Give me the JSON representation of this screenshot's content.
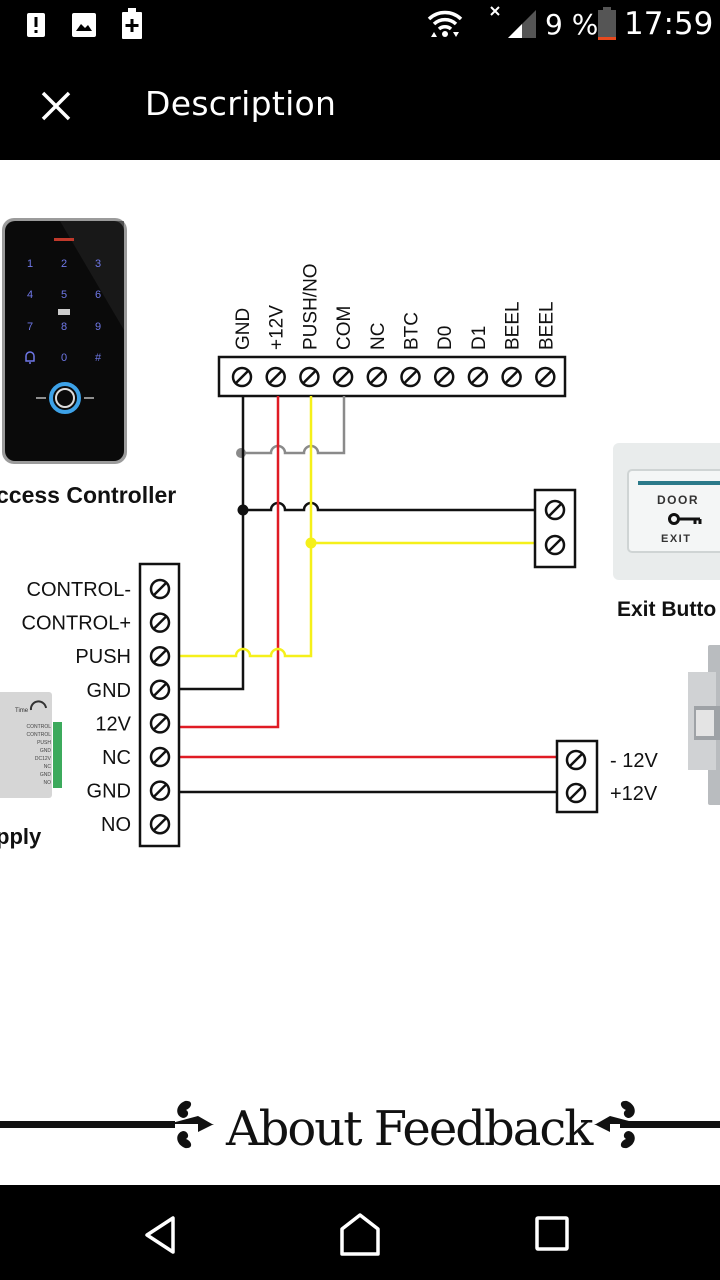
{
  "status_bar": {
    "left_icons": [
      "alert-icon",
      "image-icon",
      "battery-plus-icon"
    ],
    "wifi_icon": "wifi-icon",
    "signal_icon": "signal-icon",
    "battery_percent": "9 %",
    "battery_level": 0.09,
    "time": "17:59",
    "colors": {
      "battery_low": "#e8491d"
    }
  },
  "app_bar": {
    "close_icon": "close-icon",
    "title": "Description"
  },
  "diagram": {
    "controller": {
      "label": "ccess Controller",
      "keypad": [
        "1",
        "2",
        "3",
        "4",
        "5",
        "6",
        "7",
        "8",
        "9",
        "bell",
        "0",
        "#"
      ]
    },
    "controller_terminals": [
      "GND",
      "+12V",
      "PUSH/NO",
      "COM",
      "NC",
      "BTC",
      "D0",
      "D1",
      "BEEL",
      "BEEL"
    ],
    "power_supply": {
      "label": "pply",
      "brand": "Time",
      "terminals": [
        "CONTROL-",
        "CONTROL+",
        "PUSH",
        "GND",
        "12V",
        "NC",
        "GND",
        "NO"
      ],
      "device_terminal_labels": [
        "CONTROL",
        "CONTROL",
        "PUSH",
        "GND",
        "DC12V",
        "NC",
        "GND",
        "NO"
      ]
    },
    "exit_button": {
      "label": "Exit Butto",
      "face_top": "DOOR",
      "face_bottom": "EXIT"
    },
    "lock": {
      "terminals": [
        "- 12V",
        "+12V"
      ]
    },
    "wire_colors": {
      "black": "#111111",
      "red": "#e01b24",
      "yellow": "#f5f01a",
      "gray": "#8a8a8a"
    }
  },
  "footer_banner": {
    "title": "About Feedback"
  },
  "nav_bar": {
    "back_icon": "back-icon",
    "home_icon": "home-icon",
    "recents_icon": "recents-icon"
  }
}
